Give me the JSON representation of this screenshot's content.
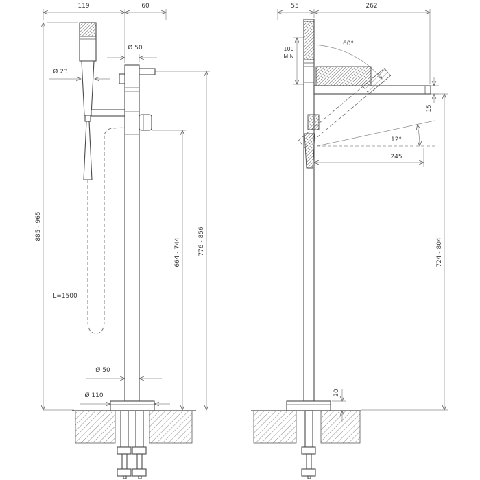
{
  "palette": {
    "line": "#4b4b4b",
    "dim": "#8c8c8c",
    "text": "#3c3c3c",
    "background": "#ffffff"
  },
  "front_view": {
    "dim_shower_offset": "119",
    "dim_handle_offset": "60",
    "dia_handshower": "Ø 23",
    "dia_column_top": "Ø 50",
    "dim_total_height": "885 - 965",
    "dim_outlet_height": "664 - 744",
    "dim_top_height": "776 - 856",
    "hose_length": "L=1500",
    "dia_column_bottom": "Ø 50",
    "dia_base_plate": "Ø 110"
  },
  "side_view": {
    "dim_body_depth": "55",
    "dim_spout_projection": "262",
    "angle_handshower": "60°",
    "clearance_value": "100",
    "clearance_suffix": "MIN",
    "dim_spout_tip_thickness": "15",
    "angle_spout_tilt": "12°",
    "dim_spout_reach": "245",
    "dim_spout_height": "724 - 804",
    "dim_base_thickness": "20"
  }
}
